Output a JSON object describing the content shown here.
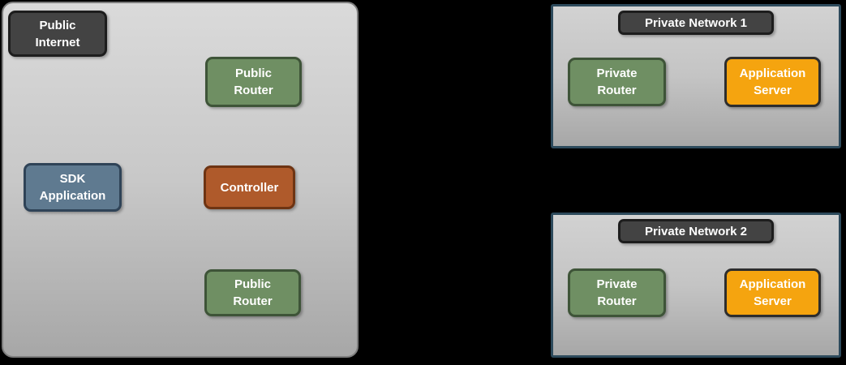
{
  "diagram": {
    "type": "network-architecture",
    "background_color": "#000000",
    "colors": {
      "public_panel_fill_top": "#dadada",
      "public_panel_fill_bottom": "#a7a7a7",
      "public_panel_border": "#7d7d7d",
      "private_panel_border": "#2d4a5c",
      "internet_node_fill": "#434343",
      "internet_node_border": "#1d1d1d",
      "router_node_fill": "#6f8f63",
      "router_node_border": "#3e5438",
      "sdk_node_fill": "#5f7a90",
      "sdk_node_border": "#2f4357",
      "controller_node_fill": "#af5a2b",
      "controller_node_border": "#6e3413",
      "app_server_node_fill": "#f5a40f",
      "app_server_node_border": "#2d2d2d",
      "label_text": "#ffffff"
    },
    "public_zone": {
      "nodes": [
        {
          "id": "public-internet",
          "label": "Public\nInternet",
          "type": "internet"
        },
        {
          "id": "public-router-top",
          "label": "Public\nRouter",
          "type": "router"
        },
        {
          "id": "sdk-application",
          "label": "SDK\nApplication",
          "type": "application"
        },
        {
          "id": "controller",
          "label": "Controller",
          "type": "controller"
        },
        {
          "id": "public-router-bottom",
          "label": "Public\nRouter",
          "type": "router"
        }
      ]
    },
    "private_networks": [
      {
        "title": "Private Network 1",
        "nodes": [
          {
            "id": "private-router-1",
            "label": "Private\nRouter",
            "type": "router"
          },
          {
            "id": "application-server-1",
            "label": "Application\nServer",
            "type": "server"
          }
        ]
      },
      {
        "title": "Private Network 2",
        "nodes": [
          {
            "id": "private-router-2",
            "label": "Private\nRouter",
            "type": "router"
          },
          {
            "id": "application-server-2",
            "label": "Application\nServer",
            "type": "server"
          }
        ]
      }
    ]
  }
}
